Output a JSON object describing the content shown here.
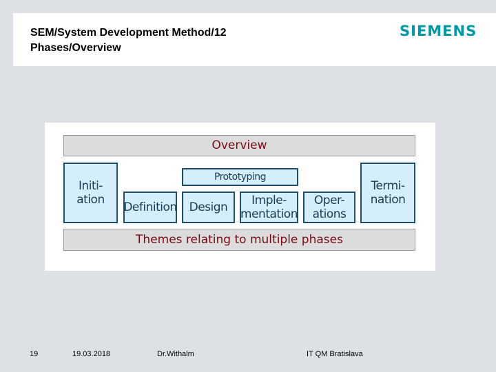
{
  "header": {
    "title_line1": "SEM/System Development Method/12",
    "title_line2": "Phases/Overview",
    "logo": "SIEMENS"
  },
  "diagram": {
    "overview_label": "Overview",
    "themes_label": "Themes relating to multiple phases",
    "prototyping_label": "Prototyping",
    "phases": [
      {
        "line1": "Initi-",
        "line2": "ation"
      },
      {
        "line1": "Definition",
        "line2": ""
      },
      {
        "line1": "Design",
        "line2": ""
      },
      {
        "line1": "Imple-",
        "line2": "mentation"
      },
      {
        "line1": "Oper-",
        "line2": "ations"
      },
      {
        "line1": "Termi-",
        "line2": "nation"
      }
    ],
    "colors": {
      "box_fill": "#d4eefb",
      "box_border": "#1f4e6c",
      "bar_fill": "#dcdcdc",
      "bar_text": "#7a0a14",
      "logo": "#0099a8"
    }
  },
  "footer": {
    "page_number": "19",
    "date": "19.03.2018",
    "author": "Dr.Withalm",
    "org": "IT QM Bratislava"
  }
}
